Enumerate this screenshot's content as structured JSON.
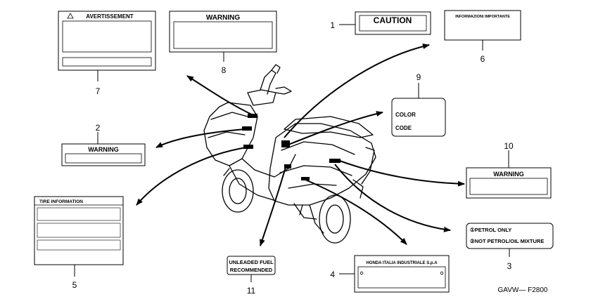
{
  "labels": {
    "caution": "CAUTION",
    "informazioni": "INFORMAZIONI IMPORTANTE",
    "color_line1": "COLOR",
    "color_line2": "CODE",
    "warning_top": "WARNING",
    "warning_right": "WARNING",
    "warning_left": "WARNING",
    "avertissement": "AVERTISSEMENT",
    "tire_info": "TIRE INFORMATION",
    "unleaded_line1": "UNLEADED FUEL",
    "unleaded_line2": "RECOMMENDED",
    "honda_plate": "HONDA ITALIA INDUSTRIALE S.p.A",
    "petrol_line1": "①PETROL ONLY",
    "petrol_line2": "②NOT PETROL/OIL MIXTURE"
  },
  "callouts": {
    "n1": "1",
    "n2": "2",
    "n3": "3",
    "n4": "4",
    "n5": "5",
    "n6": "6",
    "n7": "7",
    "n8": "8",
    "n9": "9",
    "n10": "10",
    "n11": "11"
  },
  "diagram_code": "GAVW— F2800"
}
